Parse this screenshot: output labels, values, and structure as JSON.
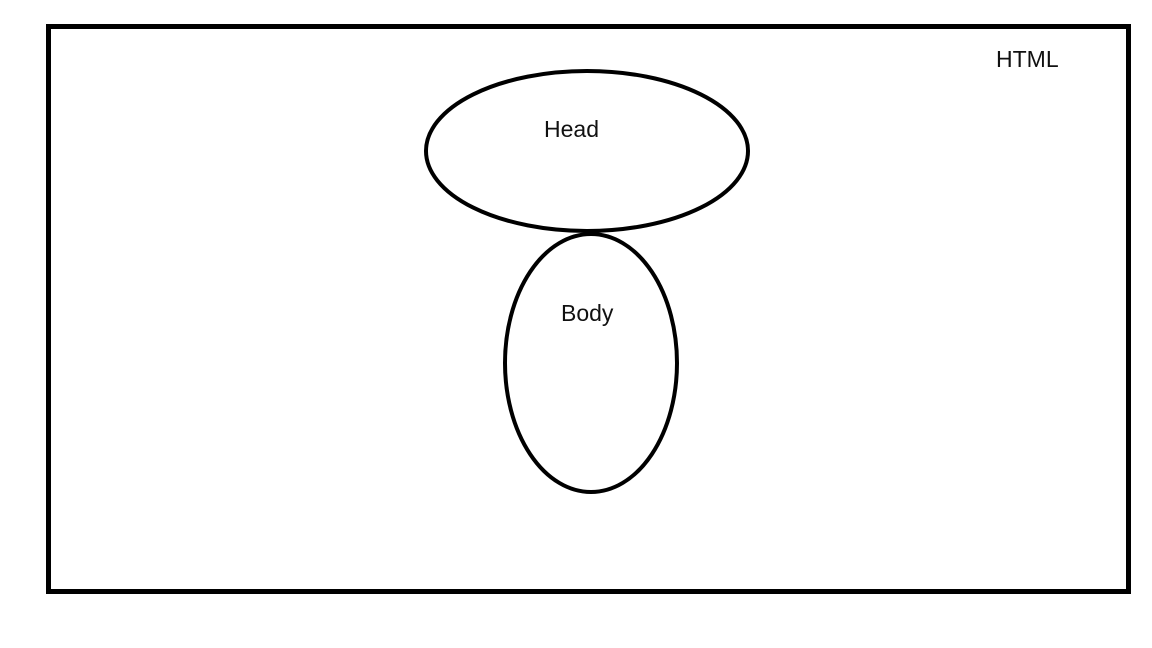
{
  "diagram": {
    "container": {
      "label": "HTML"
    },
    "nodes": [
      {
        "id": "head",
        "label": "Head"
      },
      {
        "id": "body",
        "label": "Body"
      }
    ]
  },
  "colors": {
    "stroke": "#000000",
    "text": "#111111",
    "background": "#ffffff"
  }
}
